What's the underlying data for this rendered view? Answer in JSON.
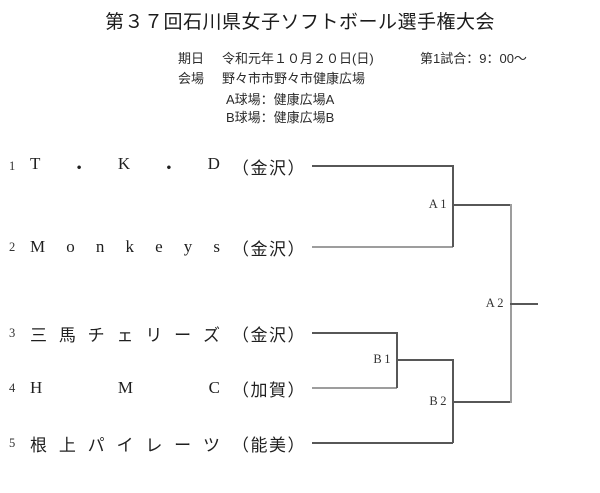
{
  "title": "第３７回石川県女子ソフトボール選手権大会",
  "info": {
    "date_label": "期日",
    "date_value": "令和元年１０月２０日(日)",
    "first_game": "第1試合：9：00～",
    "venue_label": "会場",
    "venue_value": "野々市市野々市健康広場",
    "field_a": "A球場：健康広場A",
    "field_b": "B球場：健康広場B"
  },
  "bracket": {
    "teams": [
      {
        "seed": "1",
        "name": "T・K・D",
        "region": "（金沢）"
      },
      {
        "seed": "2",
        "name": "Monkeys",
        "region": "（金沢）"
      },
      {
        "seed": "3",
        "name": "三馬チェリーズ",
        "region": "（金沢）"
      },
      {
        "seed": "4",
        "name": "HMC",
        "region": "（加賀）"
      },
      {
        "seed": "5",
        "name": "根上パイレーツ",
        "region": "（能美）"
      }
    ],
    "match_labels": {
      "a1": "A1",
      "a2": "A2",
      "b1": "B1",
      "b2": "B2"
    }
  }
}
